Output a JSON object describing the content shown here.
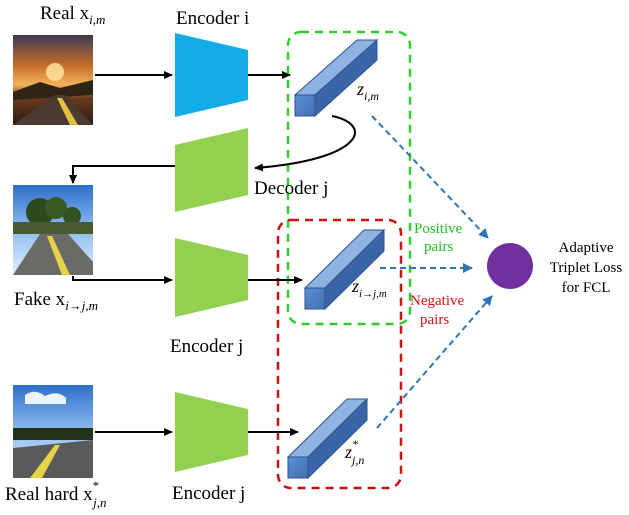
{
  "labels": {
    "real_x": "Real x",
    "real_x_sub": "i,m",
    "encoder_i": "Encoder i",
    "decoder_j": "Decoder j",
    "fake_x": "Fake x",
    "fake_x_sub": "i→j,m",
    "encoder_j_mid": "Encoder j",
    "real_hard_x": "Real hard x",
    "real_hard_x_sup": "*",
    "real_hard_x_sub": "j,n",
    "encoder_j_bot": "Encoder j",
    "z_top": "z",
    "z_top_sub": "i,m",
    "z_mid": "z",
    "z_mid_sub": "i→j,m",
    "z_bot": "z",
    "z_bot_sup": "*",
    "z_bot_sub": "j,n",
    "positive_line1": "Positive",
    "positive_line2": "pairs",
    "negative_line1": "Negative",
    "negative_line2": "pairs",
    "loss_line1": "Adaptive",
    "loss_line2": "Triplet Loss",
    "loss_line3": "for FCL"
  },
  "colors": {
    "encoder_i": "#13ACE8",
    "green_trapezoid": "#92D050",
    "latent_block": "#4F81BD",
    "positive_box": "#33CC33",
    "negative_box": "#CC1111",
    "positive_text": "#22BB22",
    "negative_text": "#DD1111",
    "loss_circle": "#7030A0",
    "dashed_arrow": "#2E75B6"
  },
  "icons": {
    "real_image": "sunset-road-photo",
    "fake_image": "daytime-road-photo",
    "hard_image": "daytime-road-photo"
  }
}
